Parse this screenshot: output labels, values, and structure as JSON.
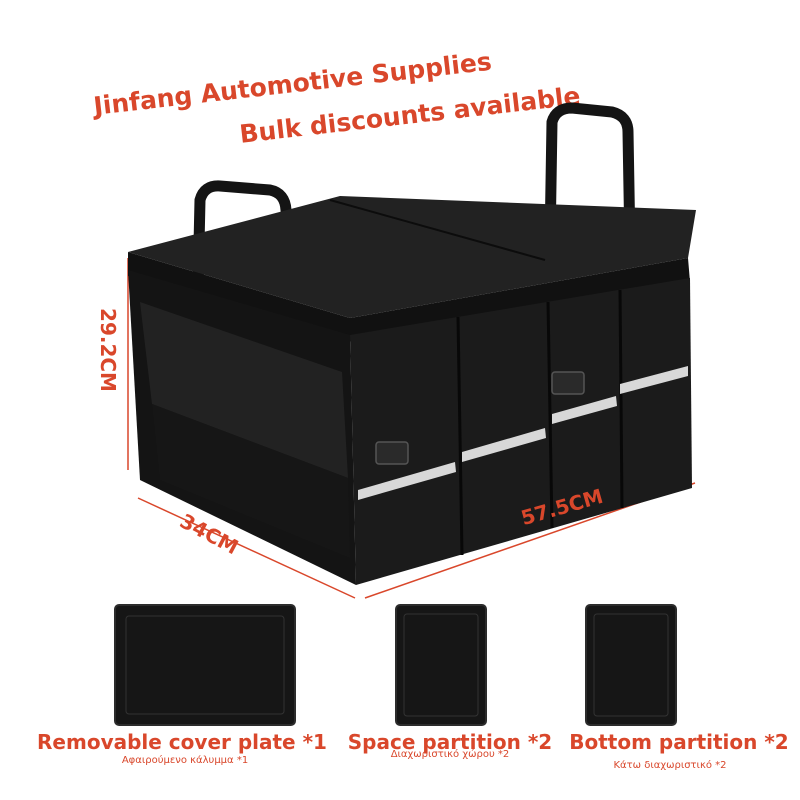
{
  "headline": {
    "line1": "Jinfang Automotive Supplies",
    "line2": "Bulk discounts available"
  },
  "dimensions": {
    "height": "29.2CM",
    "depth": "34CM",
    "width": "57.5CM"
  },
  "accessories": [
    {
      "label": "Removable cover plate *1",
      "sublabel": "Αφαιρούμενο κάλυμμα *1"
    },
    {
      "label": "Space partition *2",
      "sublabel": "Διαχωριστικό χώρου *2"
    },
    {
      "label": "Bottom partition *2",
      "sublabel": "Κάτω διαχωριστικό *2"
    }
  ],
  "colors": {
    "accent": "#d9472b",
    "product": "#1a1a1a",
    "reflective_strip": "#d8d8d8"
  }
}
